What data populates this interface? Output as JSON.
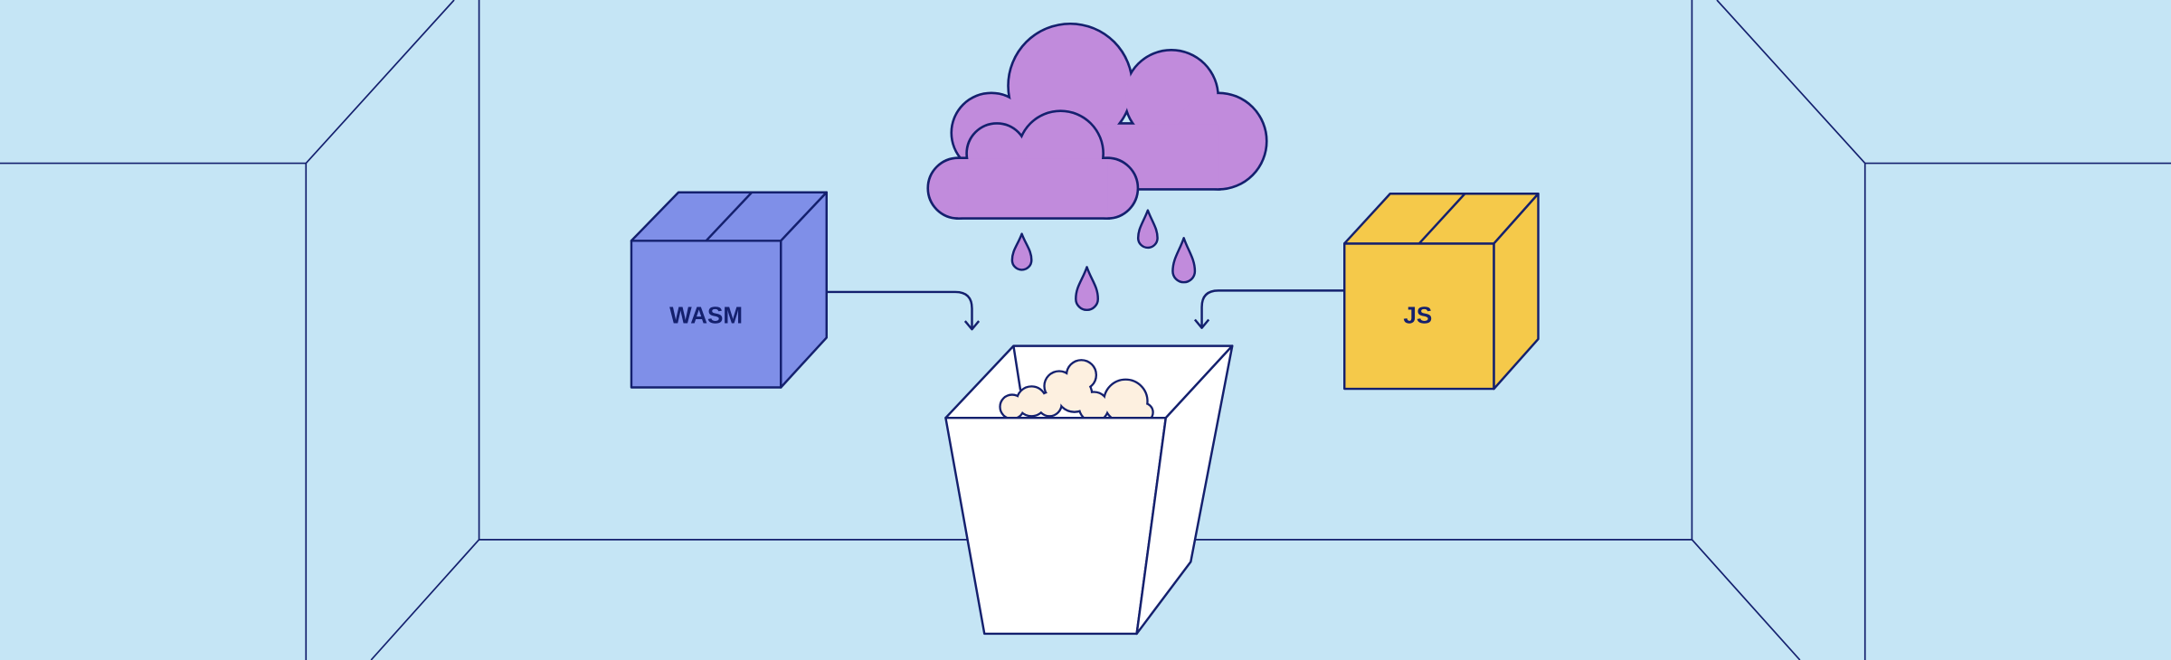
{
  "illustration": {
    "wasm_box": {
      "label": "WASM",
      "color": "#7f8fe8"
    },
    "js_box": {
      "label": "JS",
      "color": "#f5c94a"
    },
    "cloud": {
      "color": "#c18bdc",
      "drop_count": 4
    },
    "popcorn": {
      "color": "#fdf0e0"
    },
    "bucket": {
      "color": "#ffffff"
    },
    "background": "#c5e5f5",
    "outline": "#14206e"
  }
}
